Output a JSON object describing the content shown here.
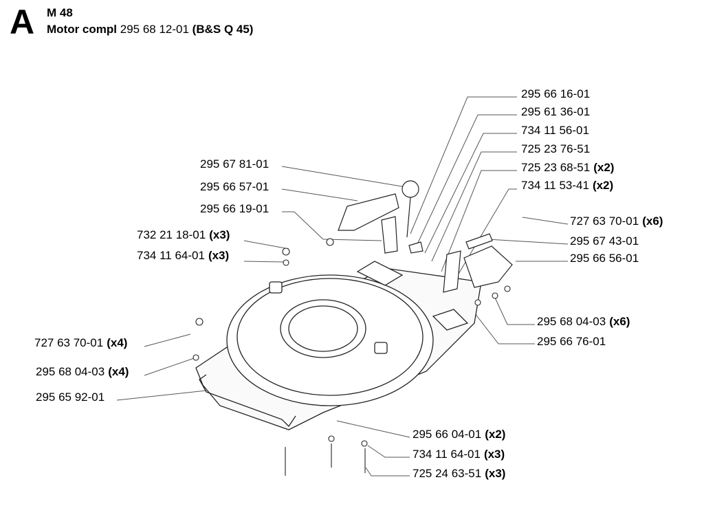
{
  "header": {
    "section_letter": "A",
    "model": "M 48",
    "assembly_name": "Motor compl",
    "assembly_number": "295 68 12-01",
    "assembly_note": "(B&S Q 45)"
  },
  "parts": [
    {
      "id": "p01",
      "number": "295 66 16-01",
      "qty": ""
    },
    {
      "id": "p02",
      "number": "295 61 36-01",
      "qty": ""
    },
    {
      "id": "p03",
      "number": "734 11 56-01",
      "qty": ""
    },
    {
      "id": "p04",
      "number": "725 23 76-51",
      "qty": ""
    },
    {
      "id": "p05",
      "number": "725 23 68-51",
      "qty": "(x2)"
    },
    {
      "id": "p06",
      "number": "734 11 53-41",
      "qty": "(x2)"
    },
    {
      "id": "p07",
      "number": "295 67 81-01",
      "qty": ""
    },
    {
      "id": "p08",
      "number": "295 66 57-01",
      "qty": ""
    },
    {
      "id": "p09",
      "number": "295 66 19-01",
      "qty": ""
    },
    {
      "id": "p10",
      "number": "732 21 18-01",
      "qty": "(x3)"
    },
    {
      "id": "p11",
      "number": "734 11 64-01",
      "qty": "(x3)"
    },
    {
      "id": "p12",
      "number": "727 63 70-01",
      "qty": "(x6)"
    },
    {
      "id": "p13",
      "number": "295 67 43-01",
      "qty": ""
    },
    {
      "id": "p14",
      "number": "295 66 56-01",
      "qty": ""
    },
    {
      "id": "p15",
      "number": "295 68 04-03",
      "qty": "(x6)"
    },
    {
      "id": "p16",
      "number": "295 66 76-01",
      "qty": ""
    },
    {
      "id": "p17",
      "number": "727 63 70-01",
      "qty": "(x4)"
    },
    {
      "id": "p18",
      "number": "295 68 04-03",
      "qty": "(x4)"
    },
    {
      "id": "p19",
      "number": "295 65 92-01",
      "qty": ""
    },
    {
      "id": "p20",
      "number": "295 66 04-01",
      "qty": "(x2)"
    },
    {
      "id": "p21",
      "number": "734 11 64-01",
      "qty": "(x3)"
    },
    {
      "id": "p22",
      "number": "725 24 63-51",
      "qty": "(x3)"
    }
  ]
}
